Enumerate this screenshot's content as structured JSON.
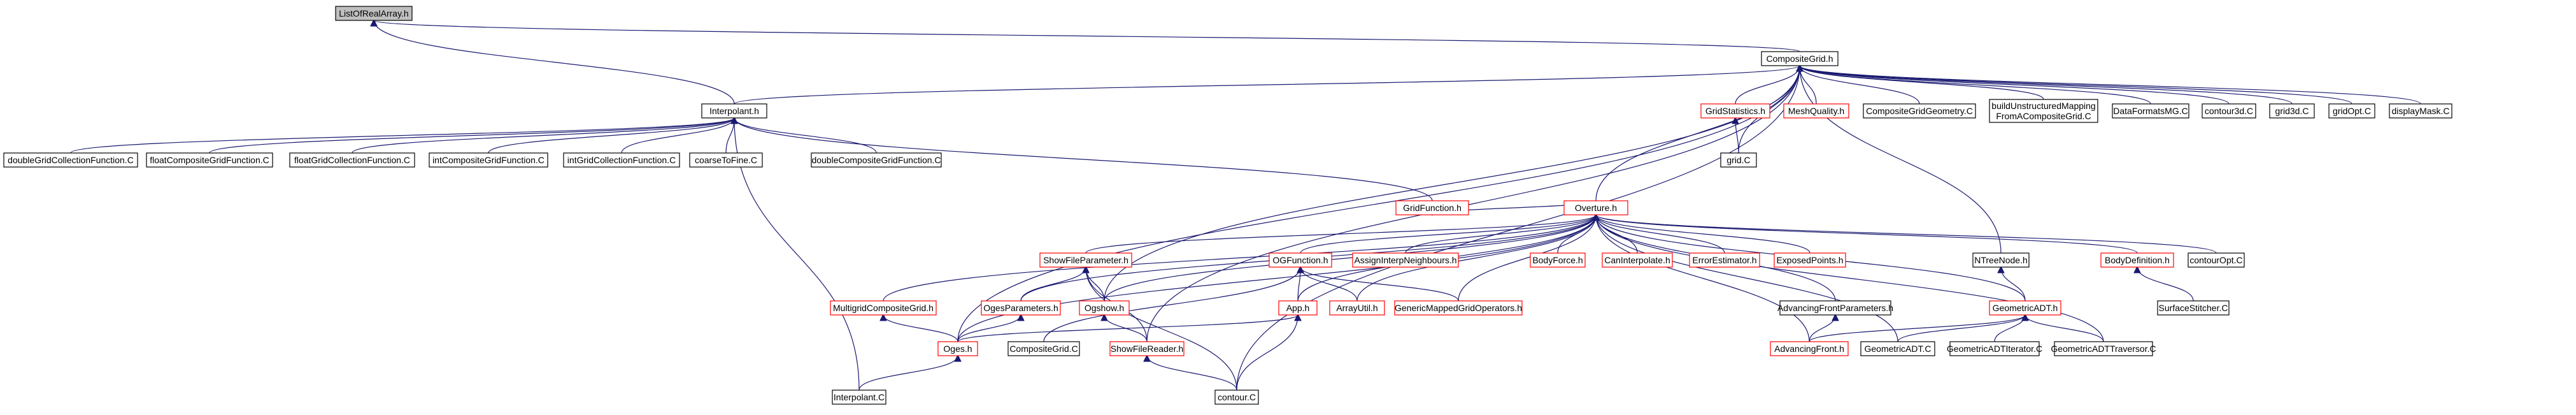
{
  "diagram": {
    "title": "",
    "colors": {
      "edge": "#191970",
      "border_default": "#000000",
      "border_incomplete": "#ff0000",
      "root_fill": "#bfbfbf"
    },
    "nodes": {
      "ListOfRealArray_h": "ListOfRealArray.h",
      "CompositeGrid_h": "CompositeGrid.h",
      "Interpolant_h": "Interpolant.h",
      "doubleGridCollectionFunction_C": "doubleGridCollectionFunction.C",
      "floatCompositeGridFunction_C": "floatCompositeGridFunction.C",
      "floatGridCollectionFunction_C": "floatGridCollectionFunction.C",
      "intCompositeGridFunction_C": "intCompositeGridFunction.C",
      "intGridCollectionFunction_C": "intGridCollectionFunction.C",
      "coarseToFine_C": "coarseToFine.C",
      "doubleCompositeGridFunction_C": "doubleCompositeGridFunction.C",
      "GridFunction_h": "GridFunction.h",
      "GridStatistics_h": "GridStatistics.h",
      "MeshQuality_h": "MeshQuality.h",
      "CompositeGridGeometry_C": "CompositeGridGeometry.C",
      "buildUnstructured_C_l1": "buildUnstructuredMapping",
      "buildUnstructured_C_l2": "FromACompositeGrid.C",
      "DataFormatsMG_C": "DataFormatsMG.C",
      "contour3d_C": "contour3d.C",
      "grid3d_C": "grid3d.C",
      "gridOpt_C": "gridOpt.C",
      "displayMask_C": "displayMask.C",
      "grid_C": "grid.C",
      "Overture_h": "Overture.h",
      "ShowFileParameter_h": "ShowFileParameter.h",
      "OGFunction_h": "OGFunction.h",
      "AssignInterpNeighbours_h": "AssignInterpNeighbours.h",
      "BodyForce_h": "BodyForce.h",
      "CanInterpolate_h": "CanInterpolate.h",
      "ErrorEstimator_h": "ErrorEstimator.h",
      "ExposedPoints_h": "ExposedPoints.h",
      "NTreeNode_h": "NTreeNode.h",
      "BodyDefinition_h": "BodyDefinition.h",
      "contourOpt_C": "contourOpt.C",
      "MultigridCompositeGrid_h": "MultigridCompositeGrid.h",
      "OgesParameters_h": "OgesParameters.h",
      "Ogshow_h": "Ogshow.h",
      "App_h": "App.h",
      "ArrayUtil_h": "ArrayUtil.h",
      "GenericMappedGridOperators_h": "GenericMappedGridOperators.h",
      "AdvancingFrontParameters_h": "AdvancingFrontParameters.h",
      "GeometricADT_h": "GeometricADT.h",
      "SurfaceStitcher_C": "SurfaceStitcher.C",
      "Oges_h": "Oges.h",
      "CompositeGrid_C": "CompositeGrid.C",
      "ShowFileReader_h": "ShowFileReader.h",
      "AdvancingFront_h": "AdvancingFront.h",
      "GeometricADT_C": "GeometricADT.C",
      "GeometricADTIterator_C": "GeometricADTIterator.C",
      "GeometricADTTraversor_C": "GeometricADTTraversor.C",
      "Interpolant_C": "Interpolant.C",
      "contour_C": "contour.C"
    }
  }
}
